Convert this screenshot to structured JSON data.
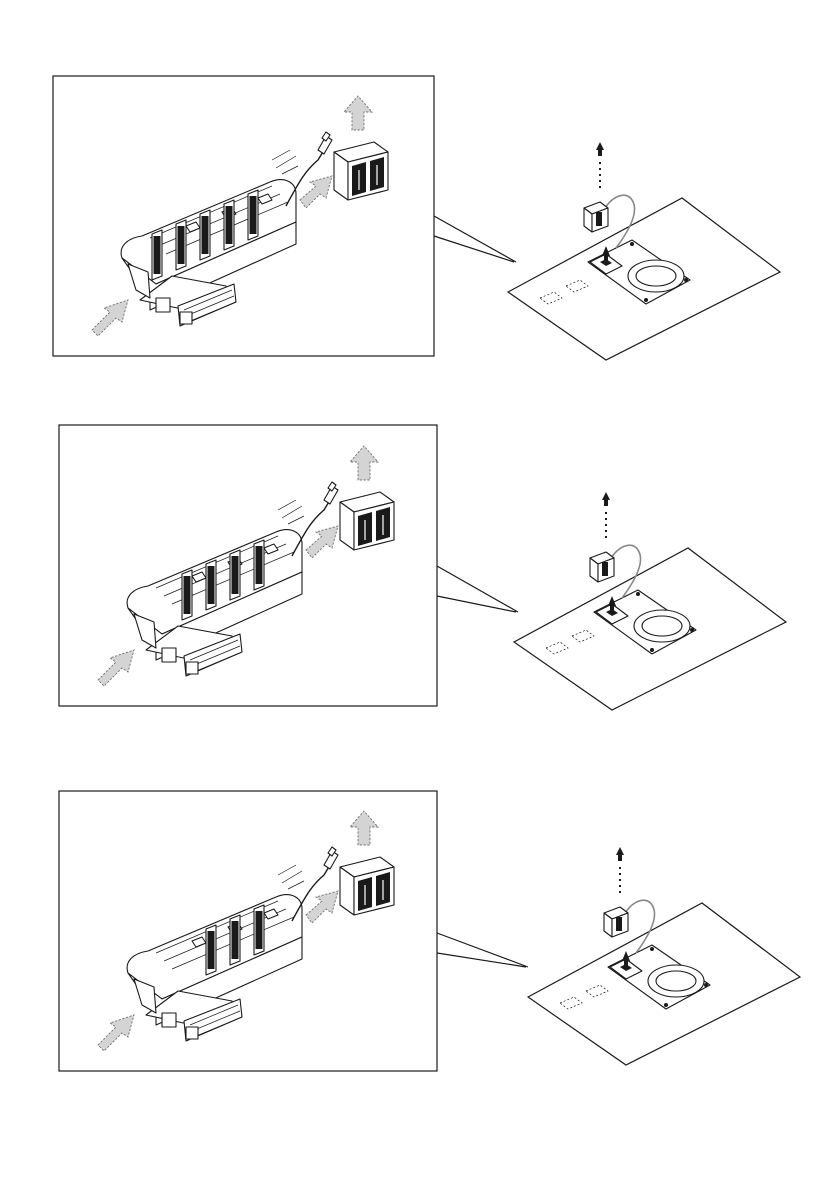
{
  "figure": {
    "description_free": true,
    "steps": [
      {
        "id": "step-1",
        "filters_remaining": 5
      },
      {
        "id": "step-2",
        "filters_remaining": 4
      },
      {
        "id": "step-3",
        "filters_remaining": 3
      }
    ],
    "colors": {
      "line": "#1a1a1a",
      "arrow_fill": "#d4d4d4",
      "arrow_stroke": "#6f6f6f",
      "background": "#ffffff"
    },
    "icons": [
      "filter-unit-icon",
      "filter-cartridge-icon",
      "airflow-arrow-icon",
      "lift-arrow-icon",
      "ceiling-panel-icon",
      "duct-outlet-icon"
    ]
  }
}
